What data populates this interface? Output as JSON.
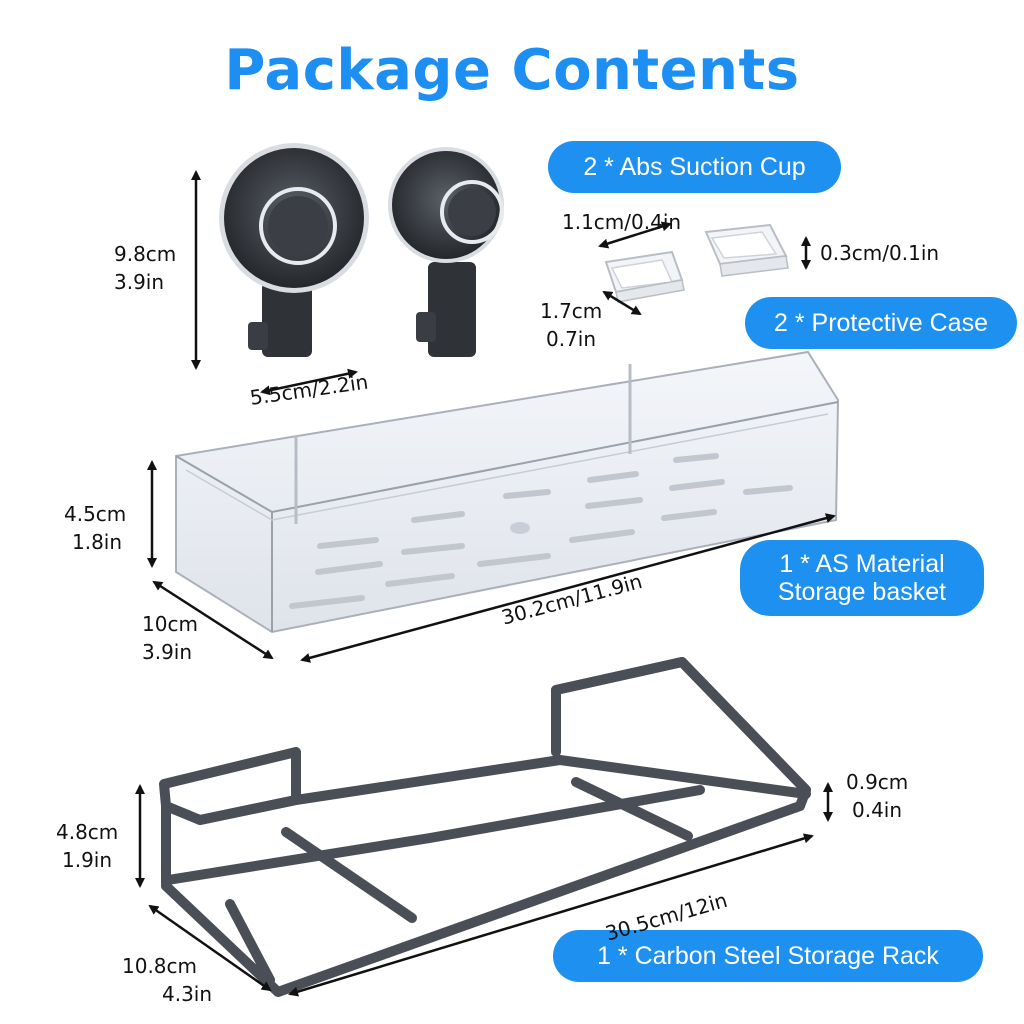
{
  "title": "Package Contents",
  "colors": {
    "accent": "#1e90f0",
    "title": "#1d8ff2",
    "rack": "#4a4f57",
    "suction": "#2f3338"
  },
  "labels": {
    "suction_cup": "2 * Abs Suction Cup",
    "protective_case": "2 * Protective Case",
    "basket_line1": "1 * AS Material",
    "basket_line2": "Storage basket",
    "rack": "1 * Carbon Steel Storage Rack"
  },
  "dimensions": {
    "suction_height_cm": "9.8cm",
    "suction_height_in": "3.9in",
    "suction_width": "5.5cm/2.2in",
    "case_width": "1.1cm/0.4in",
    "case_height": "0.3cm/0.1in",
    "case_depth_cm": "1.7cm",
    "case_depth_in": "0.7in",
    "basket_height_cm": "4.5cm",
    "basket_height_in": "1.8in",
    "basket_depth_cm": "10cm",
    "basket_depth_in": "3.9in",
    "basket_length": "30.2cm/11.9in",
    "rack_height_cm": "4.8cm",
    "rack_height_in": "1.9in",
    "rack_bar_cm": "0.9cm",
    "rack_bar_in": "0.4in",
    "rack_length": "30.5cm/12in",
    "rack_depth_cm": "10.8cm",
    "rack_depth_in": "4.3in"
  }
}
